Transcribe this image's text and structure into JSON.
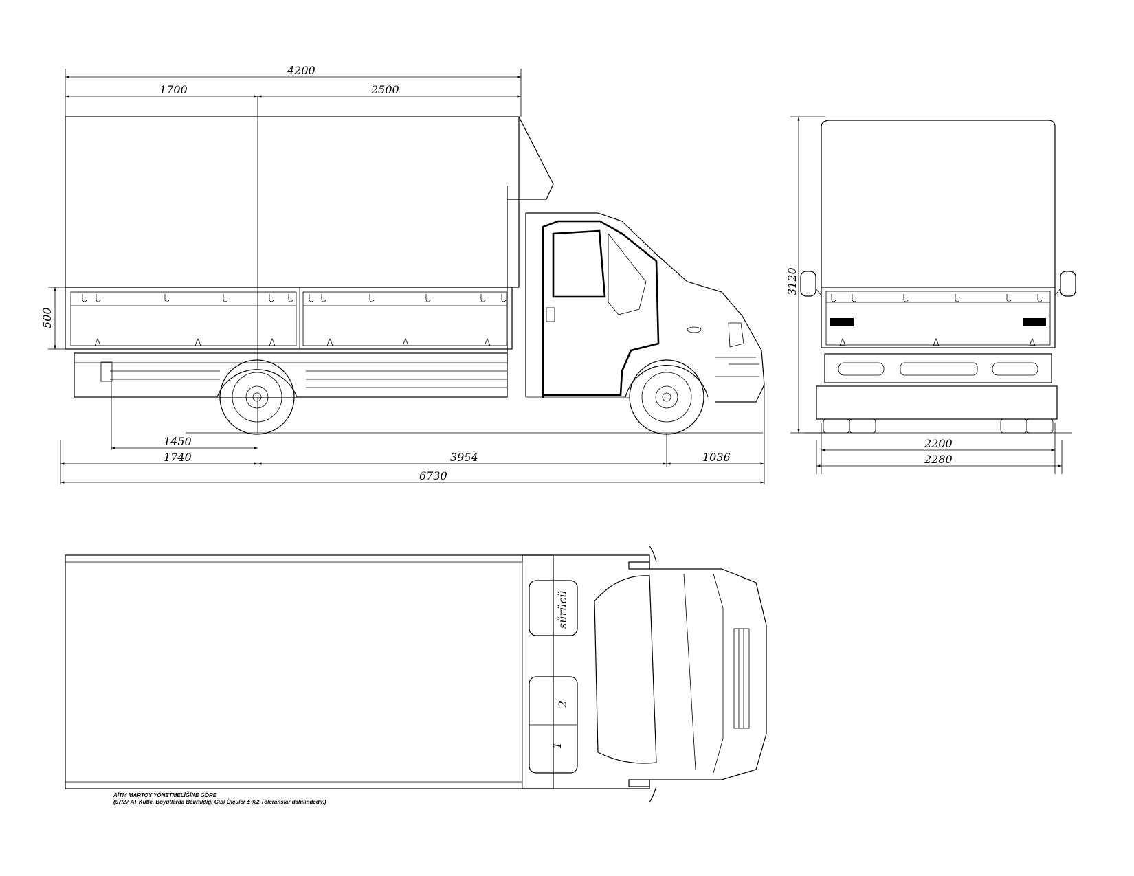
{
  "dimensions": {
    "overall_box_length": "4200",
    "front_box_section": "1700",
    "rear_box_section": "2500",
    "side_panel_height": "500",
    "rear_axle_to_tail_lamp": "1450",
    "rear_overhang": "1740",
    "wheelbase": "3954",
    "front_overhang": "1036",
    "overall_length": "6730",
    "overall_height": "3120",
    "track_width": "2200",
    "overall_width": "2280"
  },
  "seat_labels": {
    "driver": "sürücü",
    "seat_1": "1",
    "seat_2": "2"
  },
  "footnote": {
    "line1": "AİTM MARTOY YÖNETMELİĞİNE GÖRE",
    "line2": "(97/27 AT Kütle, Boyutlarda Belirtildiği Gibi Ölçüler  ± %2 Toleranslar dahilindedir.)"
  }
}
